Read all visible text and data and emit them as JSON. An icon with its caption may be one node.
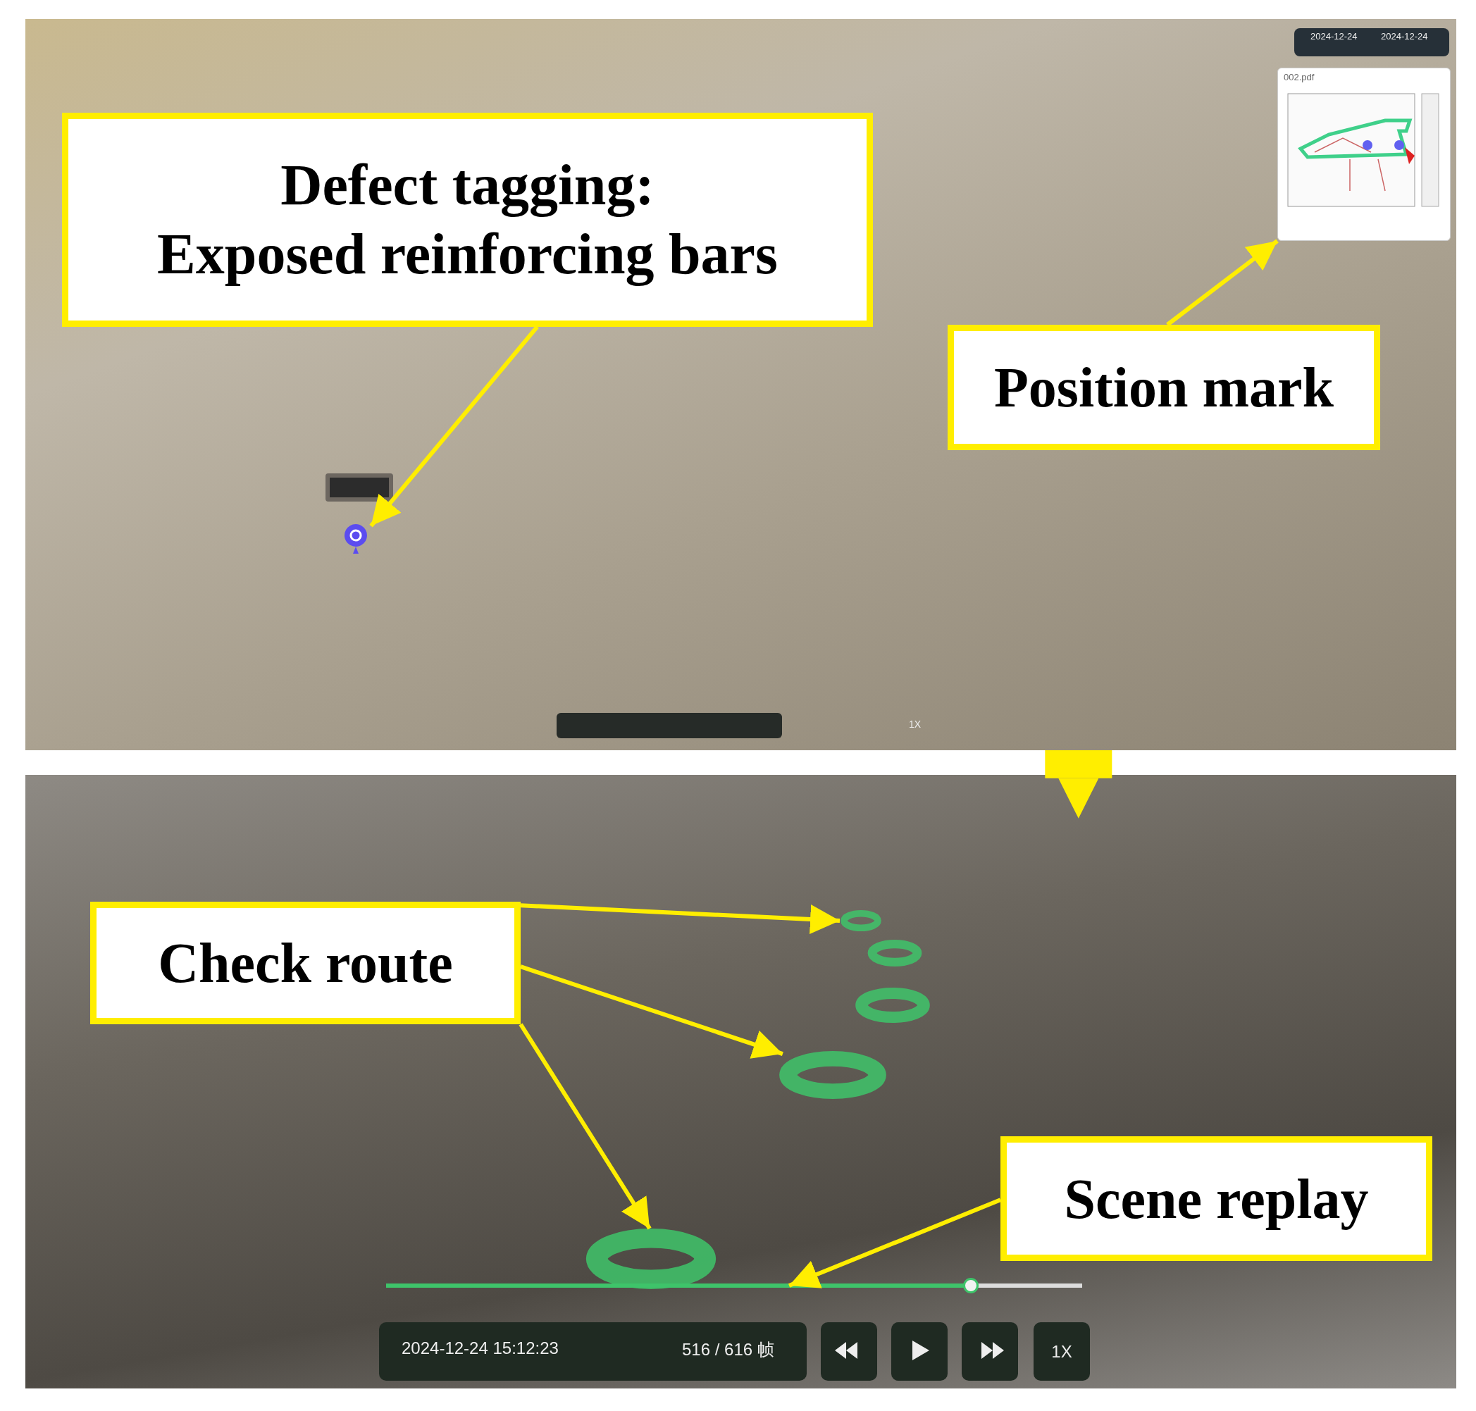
{
  "diagram": {
    "nodes": [
      {
        "text": [],
        "shape": "picture"
      },
      {
        "text": [
          "Defect tagging:",
          "Exposed reinforcing bars"
        ],
        "in": 0
      },
      {
        "text": [],
        "shape": "box",
        "in": 0
      },
      {
        "text": [],
        "shape": "picture",
        "in": 0
      },
      {
        "text": [
          "Position mark"
        ],
        "in": 0
      },
      {
        "text": [],
        "shape": "picture",
        "in": 0
      },
      {
        "text": [],
        "shape": "box",
        "in": 0
      },
      {
        "text": [],
        "shape": "picture"
      },
      {
        "text": [
          "Check route"
        ],
        "in": 7
      },
      {
        "text": [],
        "shape": "circle",
        "in": 7
      },
      {
        "text": [],
        "shape": "circle",
        "in": 7
      },
      {
        "text": [],
        "shape": "circle",
        "in": 7
      },
      {
        "text": [],
        "shape": "circle",
        "in": 7
      },
      {
        "text": [],
        "shape": "circle",
        "in": 7
      },
      {
        "text": [
          "Scene replay"
        ],
        "in": 7
      },
      {
        "text": [],
        "shape": "bar",
        "in": 7
      }
    ],
    "edges": [
      {
        "from": 1,
        "to": 3,
        "arrow": "to"
      },
      {
        "from": 4,
        "to": 5,
        "arrow": "to"
      },
      {
        "from": 0,
        "to": 7,
        "arrow": "to",
        "style": "thick"
      },
      {
        "from": 8,
        "to": 9,
        "arrow": "to"
      },
      {
        "from": 8,
        "to": 12,
        "arrow": "to"
      },
      {
        "from": 8,
        "to": 13,
        "arrow": "to"
      },
      {
        "from": 14,
        "to": 15,
        "arrow": "to"
      }
    ],
    "labels": [
      "2024-12-24",
      "2024-12-24",
      "002.pdf",
      "1X",
      "2024-12-24 15:12:23",
      "516 / 616 帧",
      "1X"
    ]
  }
}
